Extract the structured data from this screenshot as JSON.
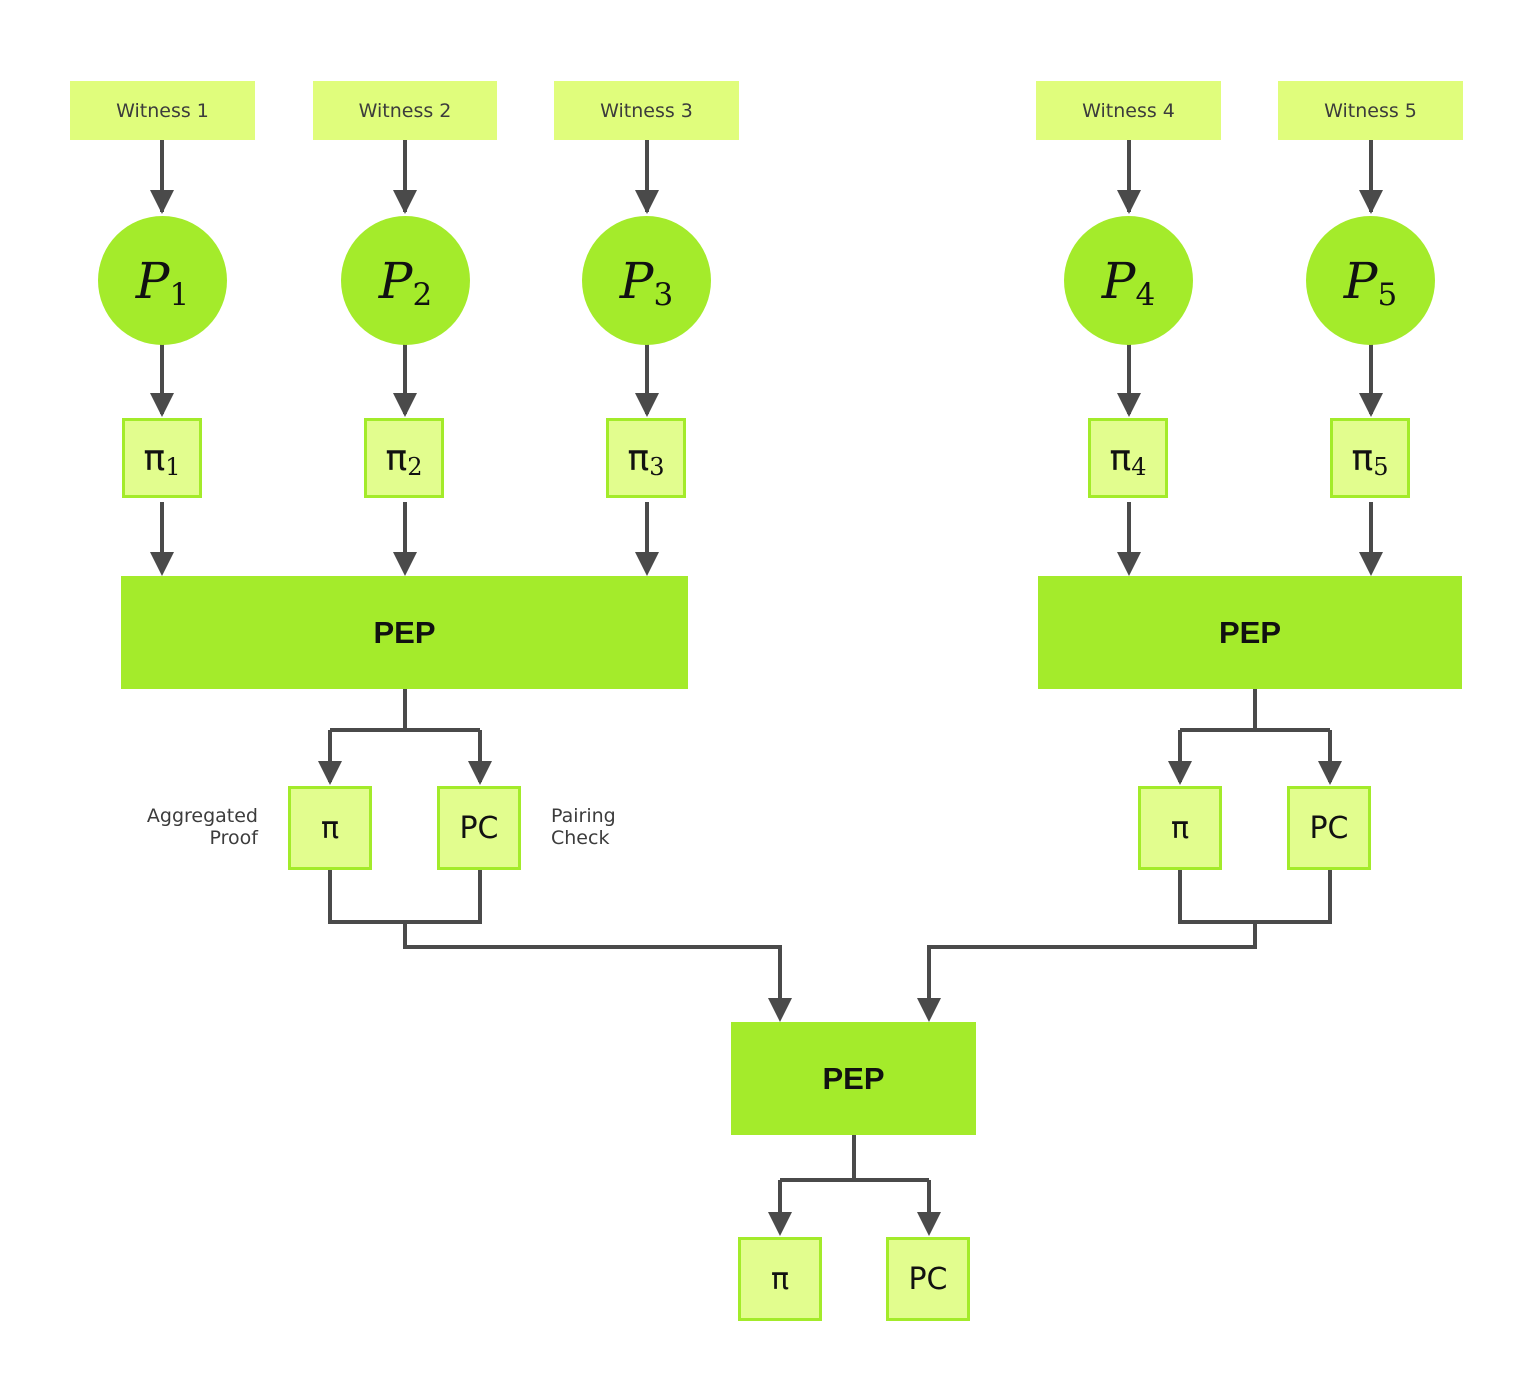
{
  "colors": {
    "witness_fill": "#e0fd7c",
    "prover_fill": "#a4eb2b",
    "proof_fill": "#e2fd8e",
    "proof_border": "#a3eb2a",
    "pep_fill": "#a4eb2b",
    "connector": "#4a4a4a"
  },
  "witnesses": [
    "Witness 1",
    "Witness 2",
    "Witness 3",
    "Witness 4",
    "Witness 5"
  ],
  "provers": [
    {
      "symbol": "P",
      "sub": "1"
    },
    {
      "symbol": "P",
      "sub": "2"
    },
    {
      "symbol": "P",
      "sub": "3"
    },
    {
      "symbol": "P",
      "sub": "4"
    },
    {
      "symbol": "P",
      "sub": "5"
    }
  ],
  "proofs": [
    {
      "symbol": "π",
      "sub": "1"
    },
    {
      "symbol": "π",
      "sub": "2"
    },
    {
      "symbol": "π",
      "sub": "3"
    },
    {
      "symbol": "π",
      "sub": "4"
    },
    {
      "symbol": "π",
      "sub": "5"
    }
  ],
  "pep_label": "PEP",
  "pi_label": "π",
  "pc_label": "PC",
  "notes": {
    "aggregated": [
      "Aggregated",
      "Proof"
    ],
    "pairing": [
      "Pairing",
      "Check"
    ]
  }
}
